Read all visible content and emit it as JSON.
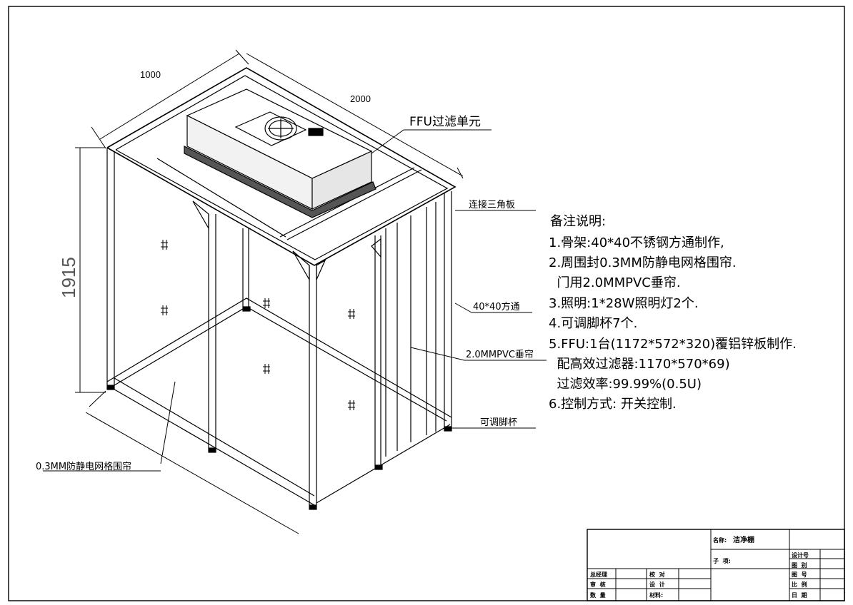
{
  "dimensions": {
    "width_label": "1000",
    "length_label": "2000",
    "height_label": "1915"
  },
  "callouts": {
    "ffu": "FFU过滤单元",
    "triangle_plate": "连接三角板",
    "tube": "40*40方通",
    "pvc_curtain": "2.0MMPVC垂帘",
    "foot_cup": "可调脚杯",
    "mesh_curtain": "0.3MM防静电网格围帘"
  },
  "notes": {
    "title": "备注说明:",
    "lines": [
      "1.骨架:40*40不锈钢方通制作,",
      "2.周围封0.3MM防静电网格围帘.",
      "  门用2.0MMPVC垂帘.",
      "3.照明:1*28W照明灯2个.",
      "4.可调脚杯7个.",
      "5.FFU:1台(1172*572*320)覆铝锌板制作.",
      "  配高效过滤器:1170*570*69)",
      "  过滤效率:99.99%(0.5U)",
      "6.控制方式: 开关控制."
    ]
  },
  "title_block": {
    "name_label": "名称:",
    "name_value": "洁净棚",
    "sub_item": "子  项:",
    "design_no": "设计号",
    "drawing_type": "图  别",
    "drawing_no": "图  号",
    "scale": "比  例",
    "date": "日  期",
    "general_manager": "总经理",
    "review": "审  核",
    "quantity": "数  量",
    "check": "校  对",
    "design": "设  计",
    "material": "材料:"
  }
}
